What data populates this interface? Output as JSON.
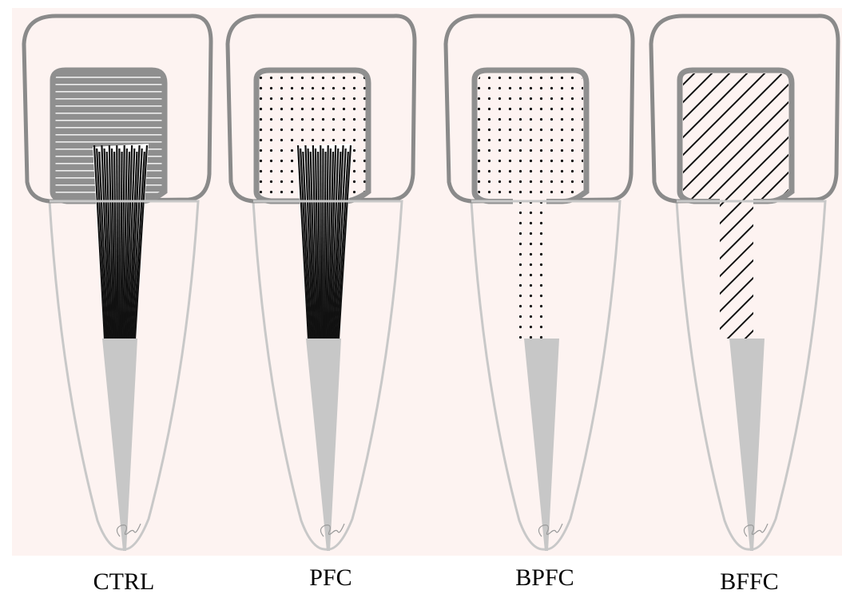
{
  "figure": {
    "panels": [
      {
        "id": "ctrl",
        "label": "CTRL",
        "fill_pattern": "horizontal-lines",
        "post": "fiber-bundle",
        "signature": "Saji"
      },
      {
        "id": "pfc",
        "label": "PFC",
        "fill_pattern": "dots",
        "post": "fiber-bundle",
        "signature": "Saji"
      },
      {
        "id": "bpfc",
        "label": "BPFC",
        "fill_pattern": "dots",
        "post": "none",
        "signature": "Saji"
      },
      {
        "id": "bffc",
        "label": "BFFC",
        "fill_pattern": "diagonal-lines",
        "post": "none",
        "signature": "Saji"
      }
    ],
    "colors": {
      "background": "#fdf3f1",
      "crown_outline": "#8a8a8a",
      "root_outline": "#c8c8c8",
      "gutta_percha": "#c7c7c7",
      "composite_core": "#8f8f8f",
      "fiber": "#111111"
    }
  }
}
